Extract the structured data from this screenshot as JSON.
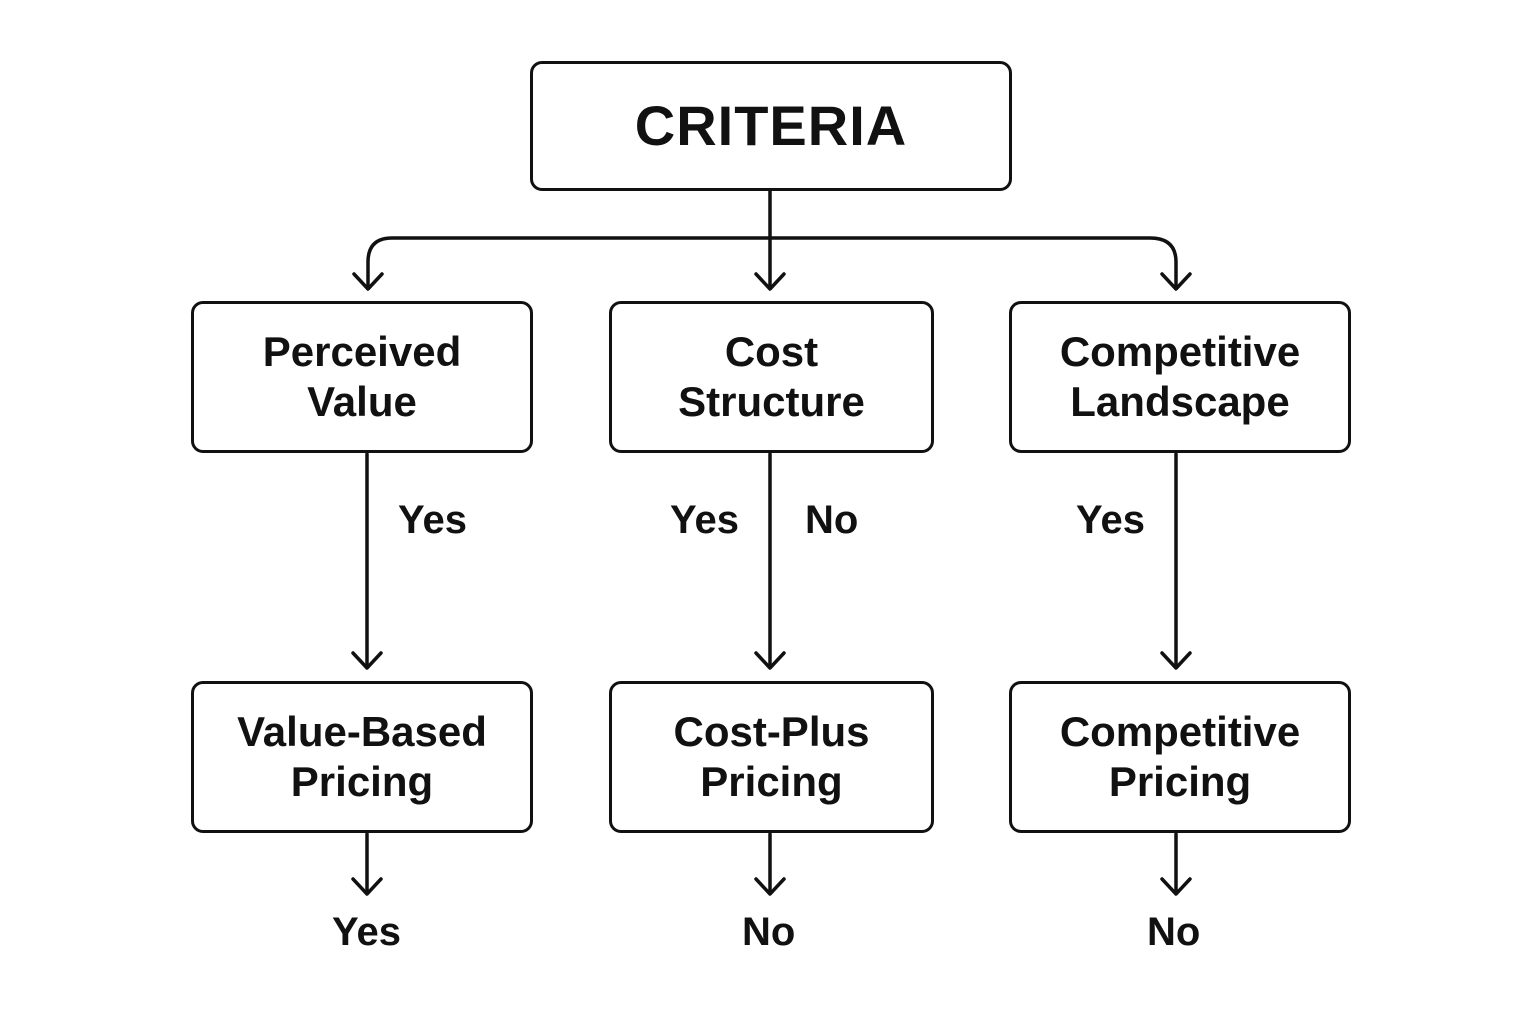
{
  "root": {
    "label": "CRITERIA"
  },
  "criteria": [
    {
      "line1": "Perceived",
      "line2": "Value"
    },
    {
      "line1": "Cost",
      "line2": "Structure"
    },
    {
      "line1": "Competitive",
      "line2": "Landscape"
    }
  ],
  "strategies": [
    {
      "line1": "Value-Based",
      "line2": "Pricing"
    },
    {
      "line1": "Cost-Plus",
      "line2": "Pricing"
    },
    {
      "line1": "Competitive",
      "line2": "Pricing"
    }
  ],
  "branch_labels": {
    "perceived_value_yes": "Yes",
    "cost_structure_yes": "Yes",
    "cost_structure_no": "No",
    "competitive_landscape_yes": "Yes"
  },
  "outcomes": [
    "Yes",
    "No",
    "No"
  ],
  "colors": {
    "stroke": "#111111",
    "background": "#ffffff",
    "text": "#111111"
  }
}
